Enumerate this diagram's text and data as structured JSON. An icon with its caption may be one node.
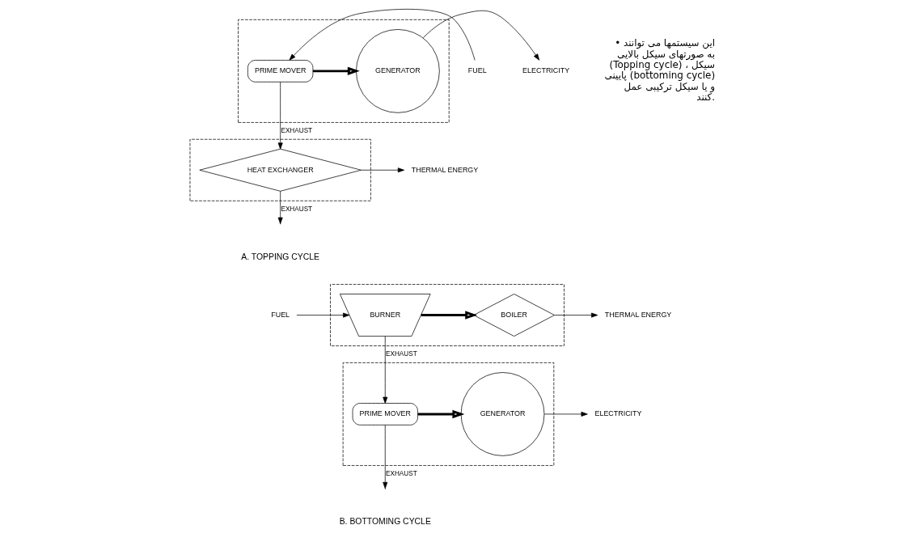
{
  "diagram": {
    "nodes": [
      {
        "text": [],
        "shape": "box"
      },
      {
        "text": [
          "FUEL"
        ]
      },
      {
        "text": [
          "PRIME MOVER"
        ],
        "in": 0
      },
      {
        "text": [
          "GENERATOR"
        ],
        "in": 0
      },
      {
        "text": [
          "ELECTRICITY"
        ]
      },
      {
        "text": [],
        "shape": "box"
      },
      {
        "text": [
          "HEAT EXCHANGER"
        ],
        "in": 5
      },
      {
        "text": [
          "THERMAL ENERGY"
        ]
      },
      {
        "text": [],
        "shape": "box"
      },
      {
        "text": [
          "FUEL"
        ]
      },
      {
        "text": [
          "BURNER"
        ],
        "in": 8
      },
      {
        "text": [
          "BOILER"
        ],
        "in": 8
      },
      {
        "text": [
          "THERMAL ENERGY"
        ]
      },
      {
        "text": [],
        "shape": "box"
      },
      {
        "text": [
          "PRIME MOVER"
        ],
        "in": 13
      },
      {
        "text": [
          "GENERATOR"
        ],
        "in": 13
      },
      {
        "text": [
          "ELECTRICITY"
        ]
      }
    ],
    "edges": [
      {
        "from": 1,
        "to": 2,
        "arrow": "to"
      },
      {
        "from": 2,
        "to": 3,
        "arrow": "to",
        "style": "thick"
      },
      {
        "from": 3,
        "to": 4,
        "arrow": "to"
      },
      {
        "from": 2,
        "to": 6,
        "arrow": "to",
        "label": "EXHAUST"
      },
      {
        "from": 6,
        "to": 7,
        "arrow": "to"
      },
      {
        "from": 6,
        "to": null,
        "arrow": "to",
        "label": "EXHAUST"
      },
      {
        "from": 9,
        "to": 10,
        "arrow": "to"
      },
      {
        "from": 10,
        "to": 11,
        "arrow": "to",
        "style": "thick"
      },
      {
        "from": 11,
        "to": 12,
        "arrow": "to"
      },
      {
        "from": 10,
        "to": 14,
        "arrow": "to",
        "label": "EXHAUST"
      },
      {
        "from": 14,
        "to": 15,
        "arrow": "to",
        "style": "thick"
      },
      {
        "from": 15,
        "to": 16,
        "arrow": "to"
      },
      {
        "from": 14,
        "to": null,
        "arrow": "to",
        "label": "EXHAUST"
      }
    ],
    "labels": [
      "A. TOPPING CYCLE",
      "• این سیستمها می توانند به صورتهای سیکل بالایی (Topping cycle) ، سیکل پایینی (bottoming cycle) و یا سیکل ترکیبی عمل کنند.",
      "B. BOTTOMING CYCLE"
    ]
  }
}
